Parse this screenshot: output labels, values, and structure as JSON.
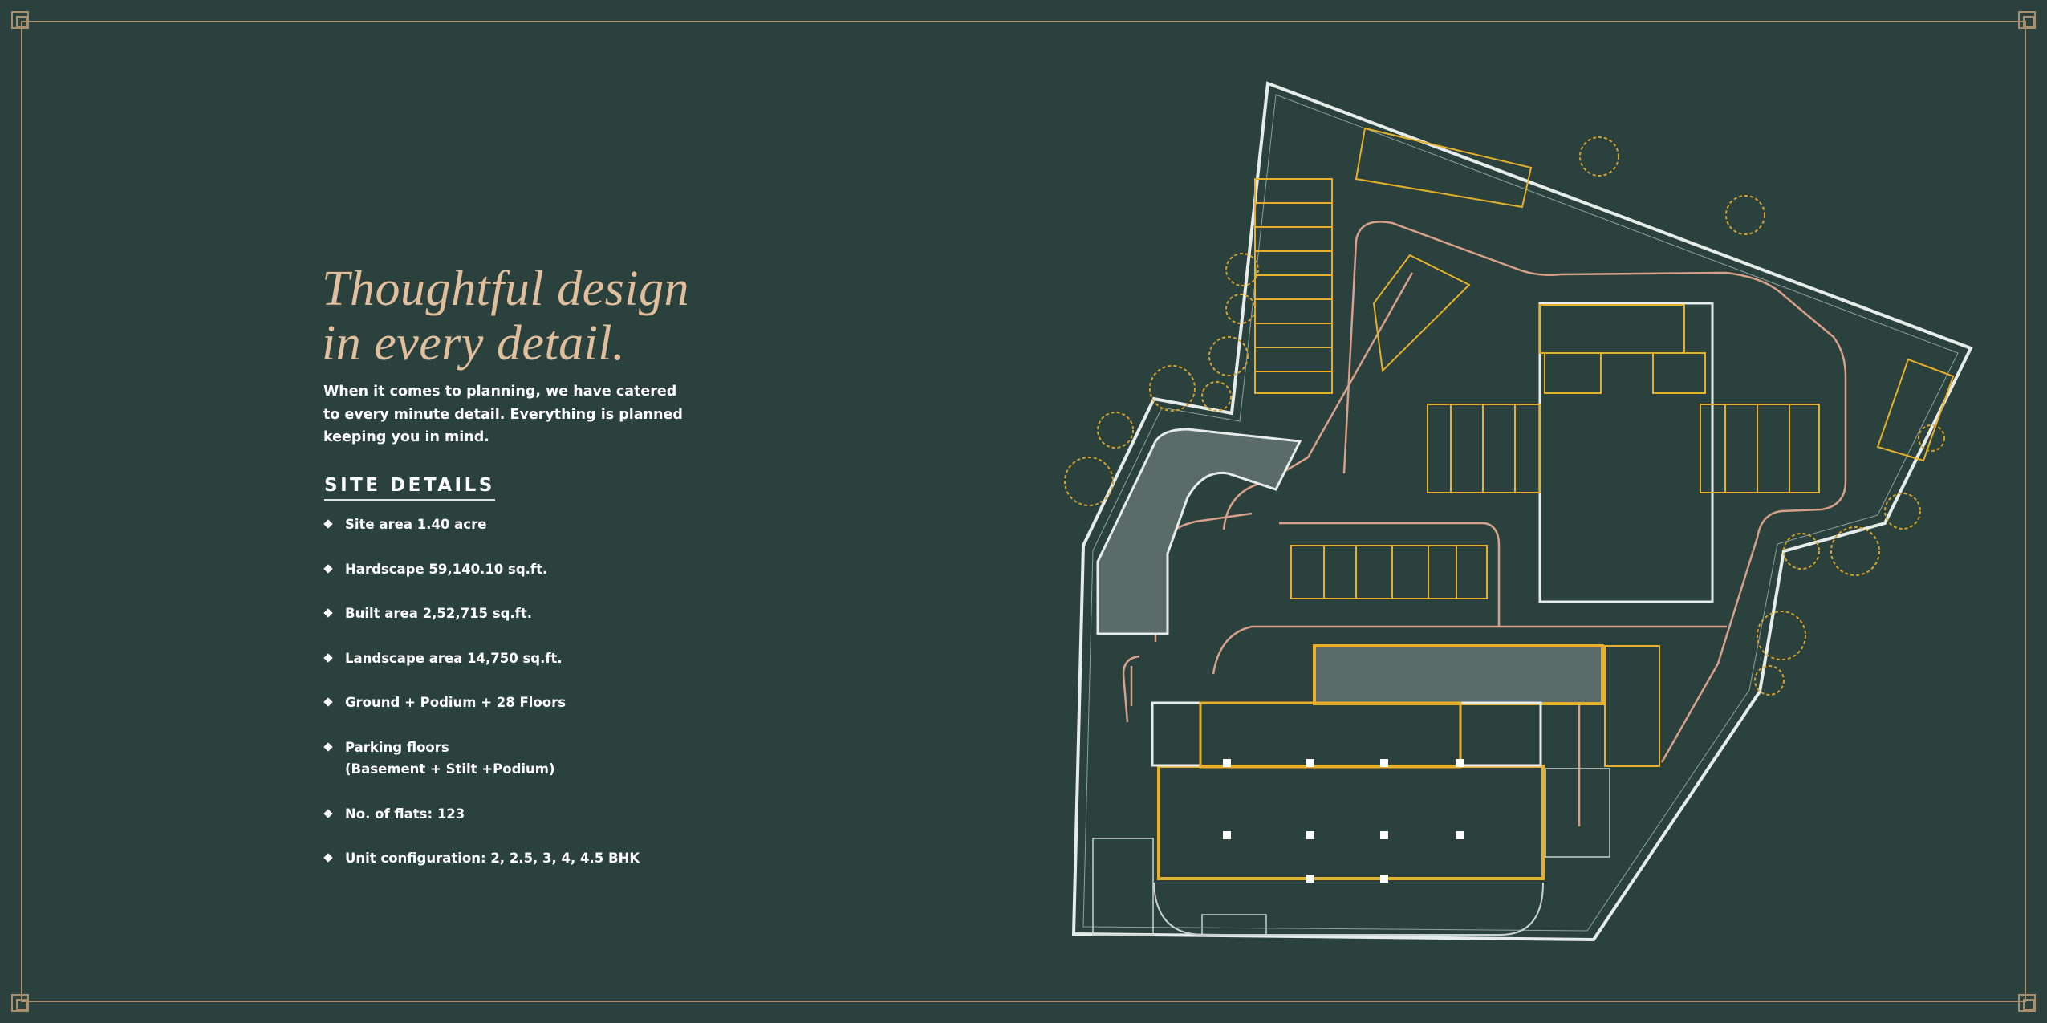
{
  "heading": {
    "line1": "Thoughtful design",
    "line2": "in every detail."
  },
  "intro": {
    "line1": "When it comes to planning, we have catered",
    "line2": "to every minute detail. Everything is planned",
    "line3": "keeping you in mind."
  },
  "site_details": {
    "title": "SITE DETAILS",
    "items": [
      {
        "text": "Site area 1.40 acre"
      },
      {
        "text": "Hardscape 59,140.10 sq.ft."
      },
      {
        "text": "Built area 2,52,715 sq.ft."
      },
      {
        "text": "Landscape area 14,750 sq.ft."
      },
      {
        "text": "Ground + Podium + 28 Floors"
      },
      {
        "text": "Parking floors",
        "text2": "(Basement + Stilt +Podium)"
      },
      {
        "text": "No. of flats: 123"
      },
      {
        "text": "Unit configuration: 2, 2.5, 3, 4, 4.5 BHK"
      }
    ]
  },
  "colors": {
    "background": "#2b413d",
    "heading": "#e2bf9c",
    "frame": "#a88f6e",
    "plan_accent": "#e8b02a",
    "road": "#d9a08a"
  }
}
